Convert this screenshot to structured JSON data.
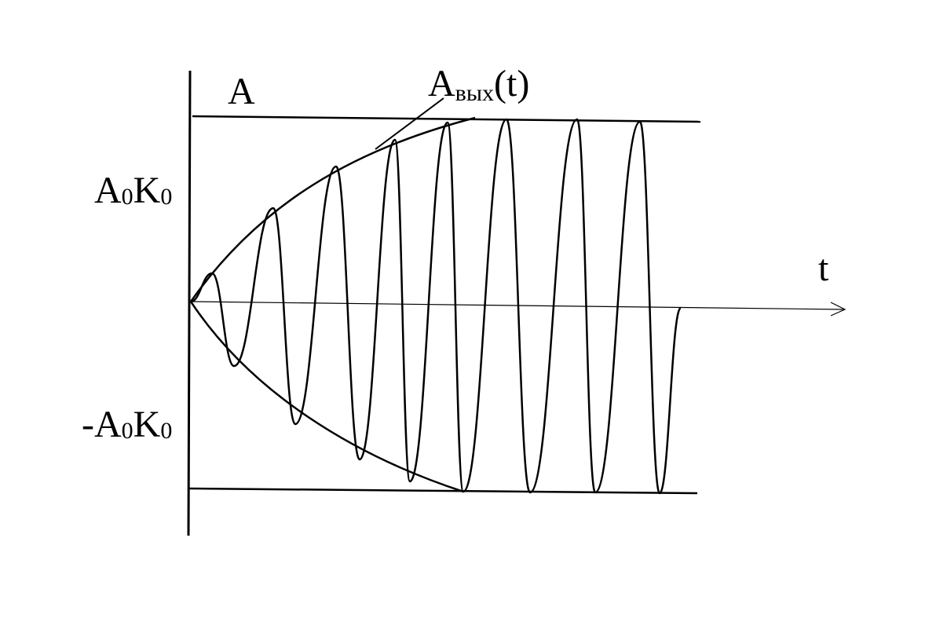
{
  "labels": {
    "y_axis": "A",
    "t_axis": "t",
    "output": {
      "base": "A",
      "sub": "вых",
      "arg": "(t)"
    },
    "upper_level": {
      "a": "A",
      "a_sub": "0",
      "k": "K",
      "k_sub": "0"
    },
    "lower_level": {
      "sign": "-",
      "a": "A",
      "a_sub": "0",
      "k": "K",
      "k_sub": "0"
    }
  },
  "colors": {
    "ink": "#000000",
    "background": "#ffffff"
  }
}
